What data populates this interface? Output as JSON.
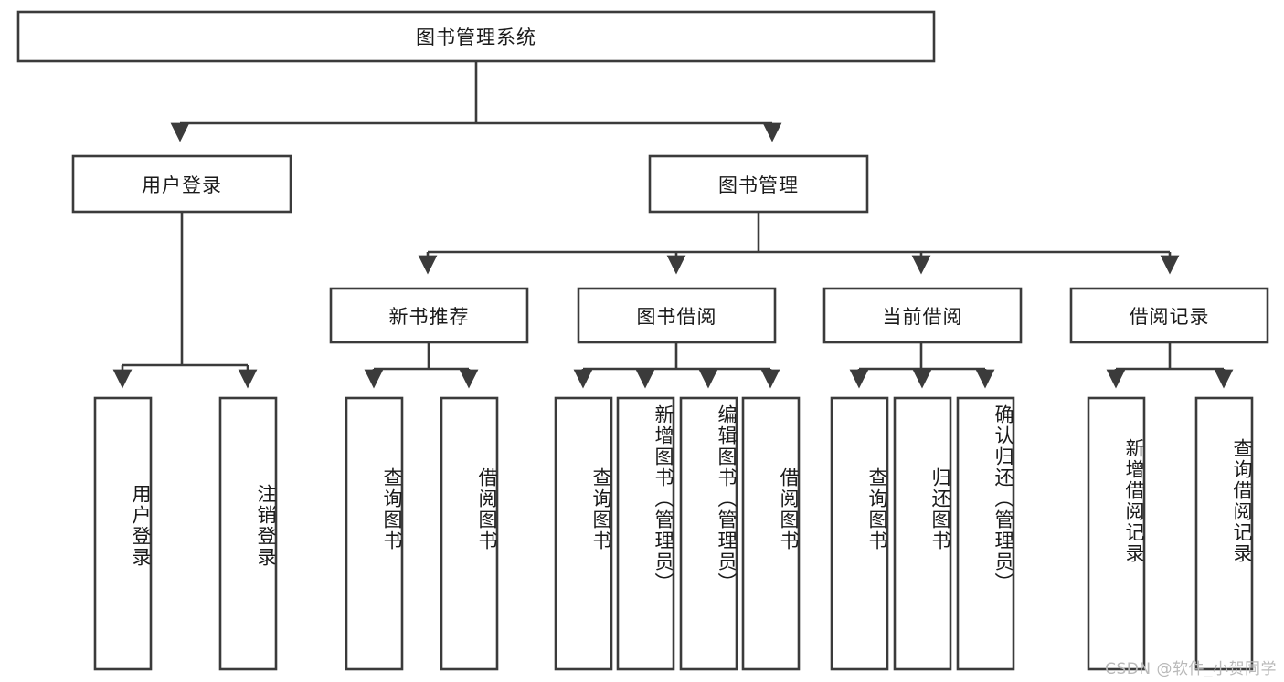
{
  "diagram": {
    "title": "图书管理系统",
    "watermark": "CSDN @软件_小贺同学",
    "colors": {
      "background": "#ffffff",
      "stroke": "#3b3b3b",
      "box_fill": "#ffffff",
      "text": "#1a1a1a",
      "watermark": "#b9b9b9"
    },
    "root": {
      "label": "图书管理系统"
    },
    "level2": [
      {
        "label": "用户登录"
      },
      {
        "label": "图书管理"
      }
    ],
    "level3": [
      {
        "label": "新书推荐"
      },
      {
        "label": "图书借阅"
      },
      {
        "label": "当前借阅"
      },
      {
        "label": "借阅记录"
      }
    ],
    "leaves": {
      "user_login": [
        {
          "label": "用户登录"
        },
        {
          "label": "注销登录"
        }
      ],
      "new_book_recommend": [
        {
          "label": "查询图书"
        },
        {
          "label": "借阅图书"
        }
      ],
      "book_borrow": [
        {
          "label": "查询图书"
        },
        {
          "label": "新增图书（管理员）"
        },
        {
          "label": "编辑图书（管理员）"
        },
        {
          "label": "借阅图书"
        }
      ],
      "current_borrow": [
        {
          "label": "查询图书"
        },
        {
          "label": "归还图书"
        },
        {
          "label": "确认归还（管理员）"
        }
      ],
      "borrow_record": [
        {
          "label": "新增借阅记录"
        },
        {
          "label": "查询借阅记录"
        }
      ]
    }
  },
  "chart_data": {
    "type": "diagram",
    "title": "图书管理系统",
    "layout": "top-down tree / functional decomposition",
    "levels": 4,
    "nodes": [
      {
        "id": "root",
        "label": "图书管理系统",
        "level": 1,
        "parent": null
      },
      {
        "id": "login",
        "label": "用户登录",
        "level": 2,
        "parent": "root"
      },
      {
        "id": "bookmgmt",
        "label": "图书管理",
        "level": 2,
        "parent": "root"
      },
      {
        "id": "login-1",
        "label": "用户登录",
        "level": 3,
        "parent": "login"
      },
      {
        "id": "login-2",
        "label": "注销登录",
        "level": 3,
        "parent": "login"
      },
      {
        "id": "recommend",
        "label": "新书推荐",
        "level": 3,
        "parent": "bookmgmt"
      },
      {
        "id": "borrow",
        "label": "图书借阅",
        "level": 3,
        "parent": "bookmgmt"
      },
      {
        "id": "current",
        "label": "当前借阅",
        "level": 3,
        "parent": "bookmgmt"
      },
      {
        "id": "record",
        "label": "借阅记录",
        "level": 3,
        "parent": "bookmgmt"
      },
      {
        "id": "recommend-1",
        "label": "查询图书",
        "level": 4,
        "parent": "recommend"
      },
      {
        "id": "recommend-2",
        "label": "借阅图书",
        "level": 4,
        "parent": "recommend"
      },
      {
        "id": "borrow-1",
        "label": "查询图书",
        "level": 4,
        "parent": "borrow"
      },
      {
        "id": "borrow-2",
        "label": "新增图书（管理员）",
        "level": 4,
        "parent": "borrow"
      },
      {
        "id": "borrow-3",
        "label": "编辑图书（管理员）",
        "level": 4,
        "parent": "borrow"
      },
      {
        "id": "borrow-4",
        "label": "借阅图书",
        "level": 4,
        "parent": "borrow"
      },
      {
        "id": "current-1",
        "label": "查询图书",
        "level": 4,
        "parent": "current"
      },
      {
        "id": "current-2",
        "label": "归还图书",
        "level": 4,
        "parent": "current"
      },
      {
        "id": "current-3",
        "label": "确认归还（管理员）",
        "level": 4,
        "parent": "current"
      },
      {
        "id": "record-1",
        "label": "新增借阅记录",
        "level": 4,
        "parent": "record"
      },
      {
        "id": "record-2",
        "label": "查询借阅记录",
        "level": 4,
        "parent": "record"
      }
    ]
  }
}
